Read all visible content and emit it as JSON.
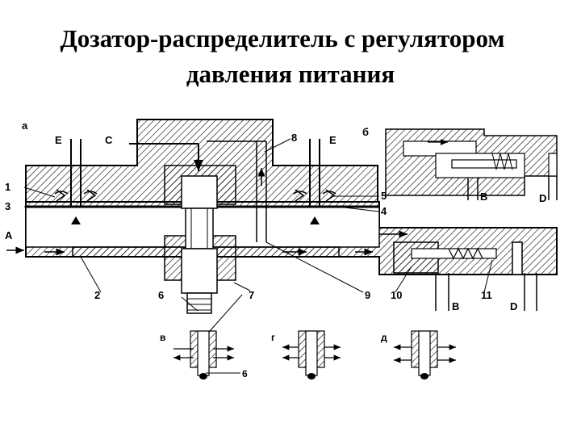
{
  "title": {
    "line1": "Дозатор-распределитель с регулятором",
    "line2": "давления питания"
  },
  "views": {
    "a": "а",
    "b": "б",
    "v": "в",
    "g": "г",
    "d": "д"
  },
  "ports": {
    "A": "А",
    "B": "В",
    "C": "С",
    "D": "D",
    "E": "Е"
  },
  "numbers": {
    "n1": "1",
    "n2": "2",
    "n3": "3",
    "n4": "4",
    "n5": "5",
    "n6": "6",
    "n7": "7",
    "n8": "8",
    "n9": "9",
    "n10": "10",
    "n11": "11"
  }
}
